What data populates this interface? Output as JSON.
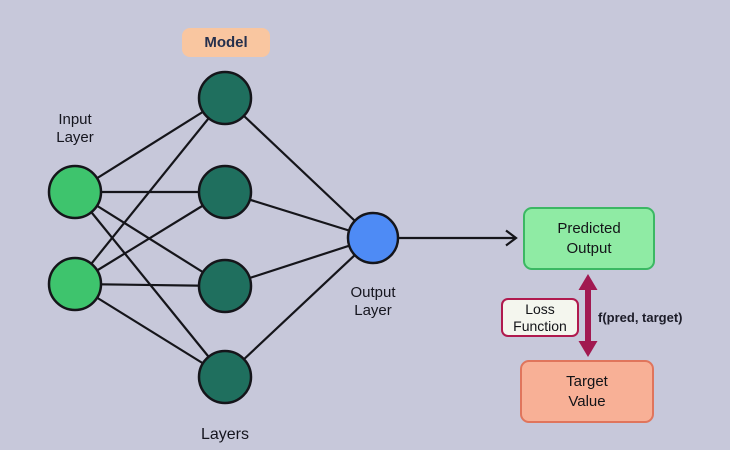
{
  "colors": {
    "background": "#c7c8da",
    "input_node": "#3ec46d",
    "hidden_node": "#1f6f5e",
    "output_node": "#4e8bf5",
    "edge": "#15151a",
    "model_box_bg": "#f9c6a0",
    "model_box_text": "#25304d",
    "predicted_box_bg": "#8feba4",
    "predicted_box_border": "#3bb863",
    "loss_box_bg": "#f4f6ee",
    "loss_box_border": "#b01a4e",
    "target_box_bg": "#f8b096",
    "target_box_border": "#e0755c",
    "loss_arrow": "#a11950",
    "label_text": "#15151e"
  },
  "labels": {
    "model": "Model",
    "input_layer": "Input\nLayer",
    "output_layer": "Output\nLayer",
    "layers": "Layers",
    "predicted_output": "Predicted\nOutput",
    "loss_function": "Loss\nFunction",
    "target_value": "Target\nValue",
    "loss_formula": "f(pred, target)"
  },
  "network": {
    "input_node_count": 2,
    "hidden_node_count": 4,
    "output_node_count": 1,
    "fully_connected": true
  }
}
